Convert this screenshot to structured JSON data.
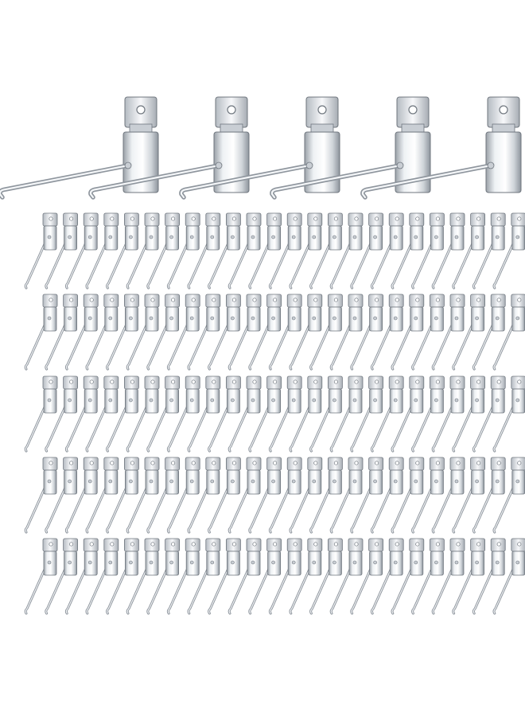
{
  "image": {
    "subject": "slatwall-hooks",
    "background": "#ffffff",
    "metal": {
      "light": "#f4f6f8",
      "mid": "#c9ced4",
      "dark": "#8e959d",
      "edge": "#6f767e"
    },
    "featured_hooks": 5,
    "grid": {
      "rows": 5,
      "hooks_per_row": 24
    }
  }
}
